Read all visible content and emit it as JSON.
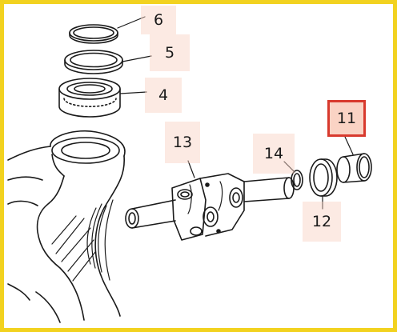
{
  "diagram": {
    "callouts": [
      {
        "id": "part-6",
        "label": "6",
        "state": "normal"
      },
      {
        "id": "part-5",
        "label": "5",
        "state": "normal"
      },
      {
        "id": "part-4",
        "label": "4",
        "state": "normal"
      },
      {
        "id": "part-11",
        "label": "11",
        "state": "highlighted"
      },
      {
        "id": "part-13",
        "label": "13",
        "state": "normal"
      },
      {
        "id": "part-14",
        "label": "14",
        "state": "normal"
      },
      {
        "id": "part-12",
        "label": "12",
        "state": "normal"
      }
    ]
  },
  "colors": {
    "frame_border": "#f2d21f",
    "callout_fill": "#f8d0c0",
    "highlight_border": "#d83a2e",
    "line_art": "#1a1a1a"
  }
}
